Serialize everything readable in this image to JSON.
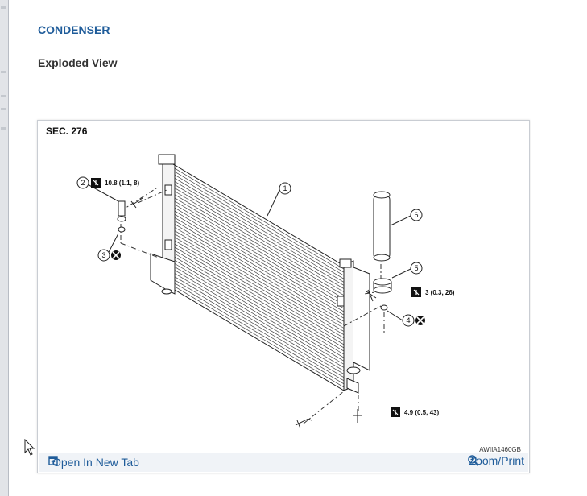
{
  "page": {
    "title": "CONDENSER",
    "subtitle": "Exploded View"
  },
  "figure": {
    "section_label": "SEC. 276",
    "figure_code": "AWIIA1460GB",
    "callouts": [
      "1",
      "2",
      "3",
      "4",
      "5",
      "6"
    ],
    "torques": {
      "t1": "10.8 (1.1, 8)",
      "t2": "3 (0.3, 26)",
      "t3": "4.9 (0.5, 43)"
    }
  },
  "actions": {
    "open_new_tab": "Open In New Tab",
    "zoom_print": "Zoom/Print"
  },
  "icons": {
    "open_new_tab": "open-in-new-tab-icon",
    "zoom": "zoom-icon",
    "torque": "torque-wrench-icon",
    "do_not_reuse": "do-not-reuse-icon"
  },
  "colors": {
    "link": "#1f5c9a",
    "footer_bg": "#f0f3f7"
  }
}
